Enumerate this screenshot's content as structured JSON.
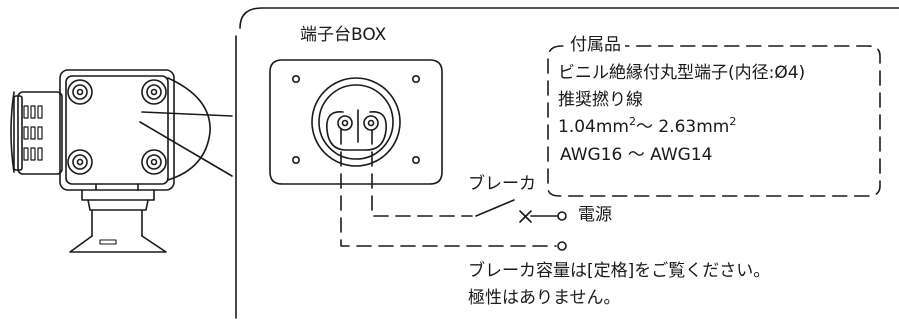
{
  "terminal_box": {
    "title": "端子台BOX"
  },
  "accessories": {
    "title": "付属品",
    "line1": "ビニル絶縁付丸型端子(内径:Ø4)",
    "line2": "推奨撚り線",
    "line3_a": "1.04mm",
    "line3_sup1": "2",
    "line3_b": "〜 2.63mm",
    "line3_sup2": "2",
    "line4": "AWG16 〜 AWG14"
  },
  "wiring": {
    "breaker": "ブレーカ",
    "power": "電源"
  },
  "notes": {
    "line1": "ブレーカ容量は[定格]をご覧ください。",
    "line2": "極性はありません。"
  }
}
